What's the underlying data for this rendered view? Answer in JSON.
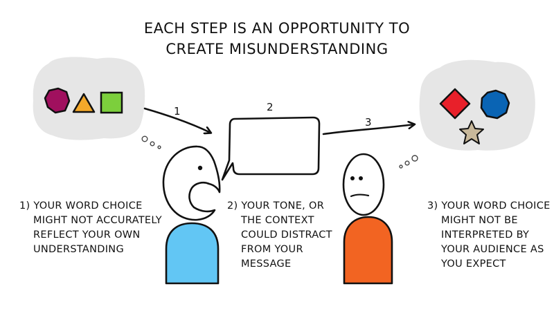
{
  "title": {
    "line1": "EACH STEP IS AN OPPORTUNITY TO",
    "line2": "CREATE MISUNDERSTANDING"
  },
  "steps": [
    {
      "number": "1"
    },
    {
      "number": "2"
    },
    {
      "number": "3"
    }
  ],
  "captions": [
    {
      "number": "1)",
      "lines": [
        "YOUR WORD CHOICE",
        "MIGHT NOT ACCURATELY",
        "REFLECT YOUR OWN",
        "UNDERSTANDING"
      ]
    },
    {
      "number": "2)",
      "lines": [
        "YOUR TONE, OR",
        "THE CONTEXT",
        "COULD DISTRACT",
        "FROM YOUR",
        "MESSAGE"
      ]
    },
    {
      "number": "3)",
      "lines": [
        "YOUR WORD CHOICE",
        "MIGHT NOT BE",
        "INTERPRETED BY",
        "YOUR AUDIENCE AS",
        "YOU EXPECT"
      ]
    }
  ],
  "colors": {
    "cloud": "#e6e6e6",
    "hexagon": "#a0105e",
    "triangle": "#f4a82a",
    "square": "#7ccf3c",
    "diamond": "#e8202a",
    "circle": "#0a64b4",
    "star": "#c8b89a",
    "speaker_body": "#62c6f4",
    "listener_body": "#f26422"
  },
  "icons": {
    "sender_shapes": [
      "hexagon-icon",
      "triangle-icon",
      "square-icon"
    ],
    "receiver_shapes": [
      "diamond-icon",
      "circle-icon",
      "star-icon"
    ]
  }
}
